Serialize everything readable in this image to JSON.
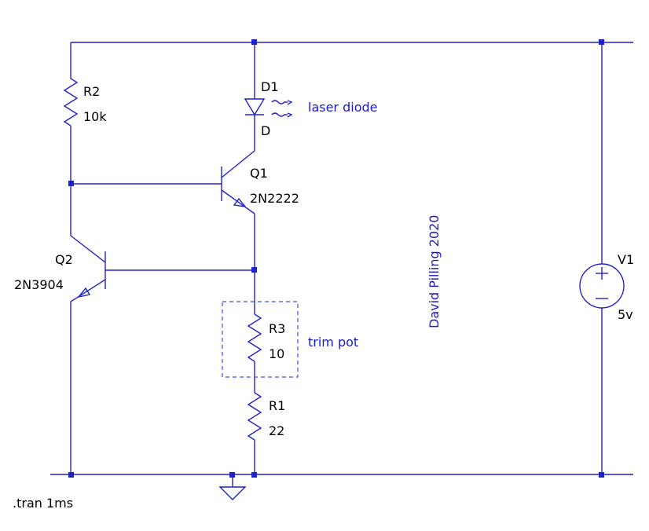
{
  "components": {
    "r2": {
      "ref": "R2",
      "value": "10k"
    },
    "d1": {
      "ref": "D1",
      "value": "D",
      "note": "laser diode"
    },
    "q1": {
      "ref": "Q1",
      "value": "2N2222"
    },
    "q2": {
      "ref": "Q2",
      "value": "2N3904"
    },
    "r3": {
      "ref": "R3",
      "value": "10",
      "note": "trim pot"
    },
    "r1": {
      "ref": "R1",
      "value": "22"
    },
    "v1": {
      "ref": "V1",
      "value": "5v"
    }
  },
  "annotations": {
    "author": "David Pilling 2020",
    "sim_command": ".tran 1ms"
  },
  "colors": {
    "wire": "#2121c9",
    "annotation": "#1a1ac8",
    "label": "#000000"
  }
}
